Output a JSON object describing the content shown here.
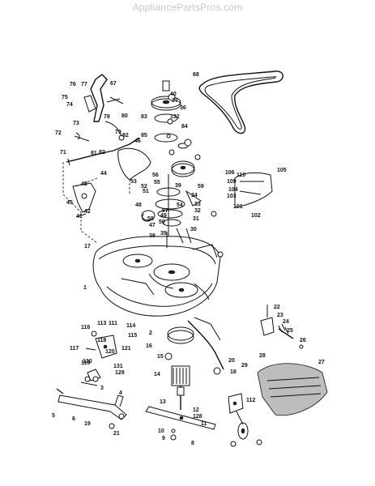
{
  "watermark": "AppliancePartsPros.com",
  "callouts": [
    "1",
    "2",
    "3",
    "4",
    "5",
    "6",
    "8",
    "9",
    "10",
    "11",
    "12",
    "13",
    "14",
    "15",
    "16",
    "17",
    "18",
    "19",
    "20",
    "21",
    "22",
    "23",
    "24",
    "25",
    "26",
    "27",
    "28",
    "29",
    "30",
    "31",
    "32",
    "33",
    "34",
    "35",
    "36",
    "37",
    "38",
    "39",
    "40",
    "41",
    "42",
    "43",
    "44",
    "45",
    "46",
    "47",
    "48",
    "49",
    "50",
    "51",
    "52",
    "53",
    "54",
    "55",
    "56",
    "57",
    "58",
    "59",
    "67",
    "68",
    "71",
    "72",
    "73",
    "74",
    "75",
    "76",
    "77",
    "78",
    "79",
    "80",
    "81",
    "82",
    "83",
    "84",
    "85",
    "92",
    "101",
    "102",
    "103",
    "104",
    "105",
    "106",
    "109",
    "110",
    "111",
    "112",
    "113",
    "114",
    "115",
    "116",
    "117",
    "118",
    "119",
    "120",
    "121",
    "128",
    "129",
    "130",
    "131",
    "132"
  ]
}
